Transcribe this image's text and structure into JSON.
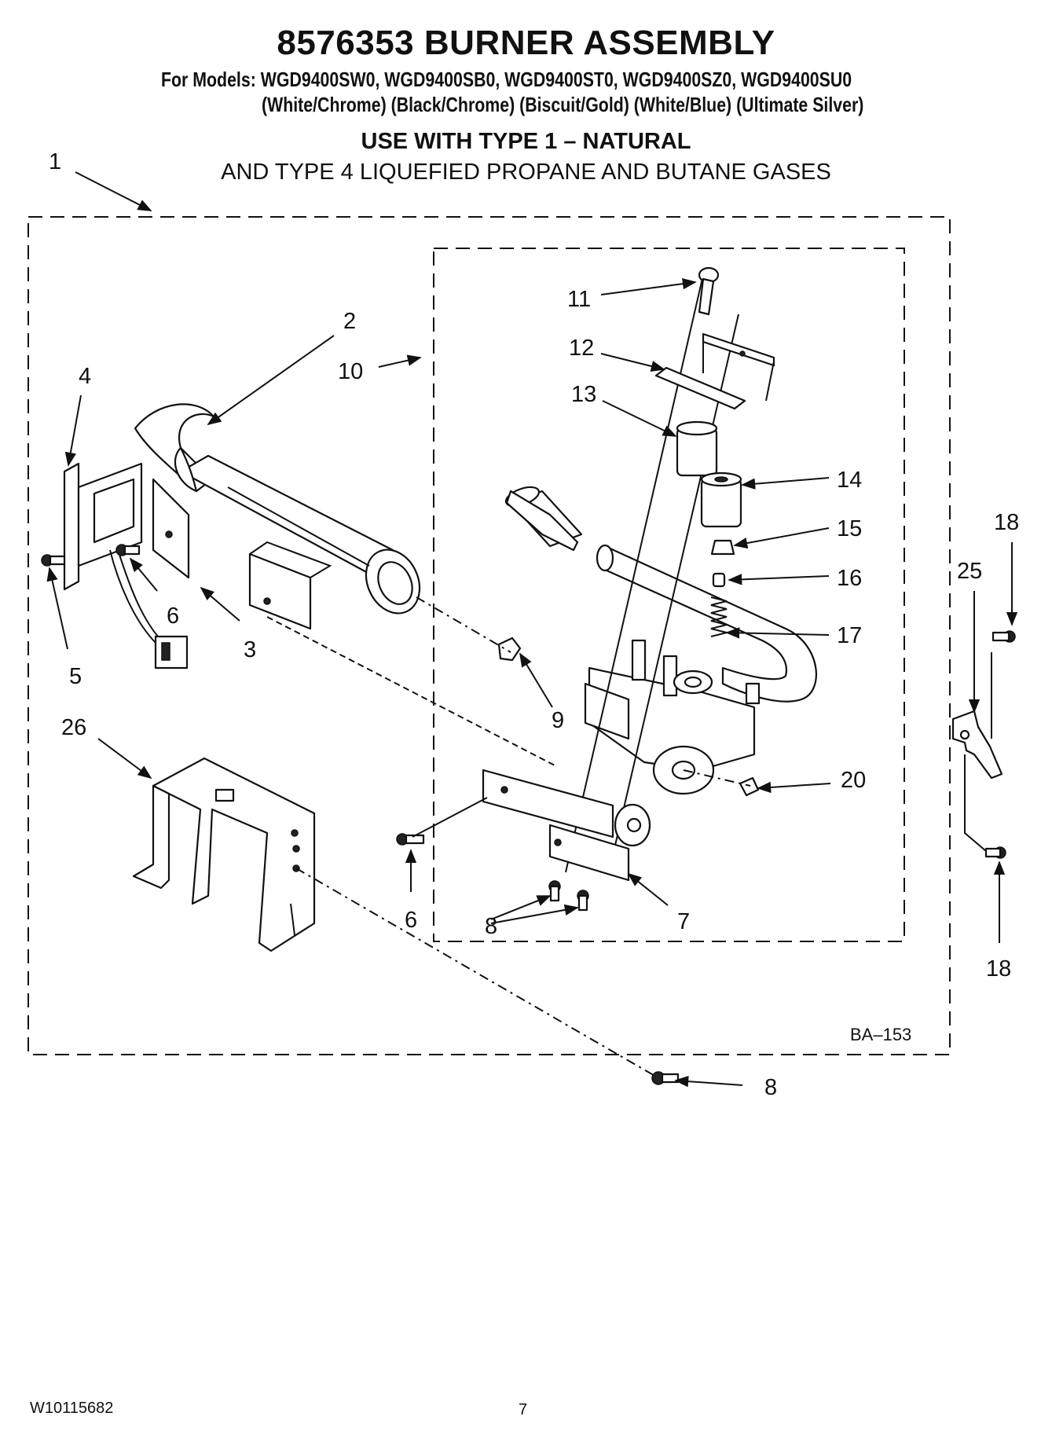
{
  "header": {
    "title": "8576353 BURNER ASSEMBLY",
    "models": "For Models: WGD9400SW0, WGD9400SB0, WGD9400ST0, WGD9400SZ0, WGD9400SU0",
    "colors": "(White/Chrome) (Black/Chrome) (Biscuit/Gold) (White/Blue)  (Ultimate Silver)",
    "use_line_1": "USE WITH TYPE 1 –  NATURAL",
    "use_line_2": "AND TYPE 4    LIQUEFIED PROPANE AND BUTANE GASES"
  },
  "diagram": {
    "reference": "BA–153",
    "callouts": {
      "c1": "1",
      "c2": "2",
      "c3": "3",
      "c4": "4",
      "c5": "5",
      "c6a": "6",
      "c6b": "6",
      "c7": "7",
      "c8a": "8",
      "c8b": "8",
      "c9": "9",
      "c10": "10",
      "c11": "11",
      "c12": "12",
      "c13": "13",
      "c14": "14",
      "c15": "15",
      "c16": "16",
      "c17": "17",
      "c18a": "18",
      "c18b": "18",
      "c20": "20",
      "c25": "25",
      "c26": "26"
    }
  },
  "footer": {
    "doc_number": "W10115682",
    "page_number": "7"
  }
}
